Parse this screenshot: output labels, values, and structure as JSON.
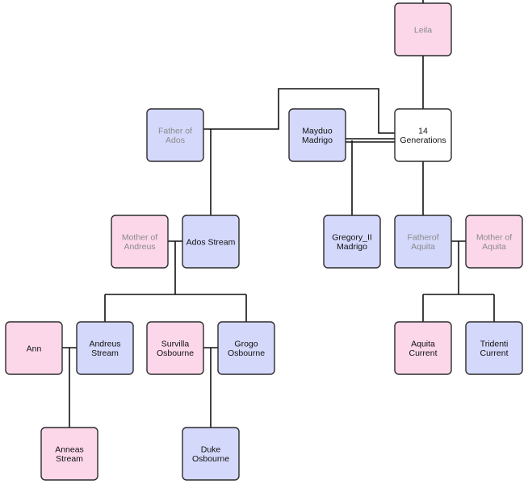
{
  "colors": {
    "male_fill": "#d4d8fb",
    "female_fill": "#fcd7ea",
    "neutral_fill": "#ffffff",
    "border": "#2b2b2b",
    "text": "#111111",
    "placeholder_text": "#8a8a8a",
    "connector": "#111111"
  },
  "people": [
    {
      "id": "leila",
      "lines": [
        "Leila"
      ],
      "gender": "female",
      "placeholder": true
    },
    {
      "id": "generations",
      "lines": [
        "14",
        "Generations"
      ],
      "gender": "neutral",
      "placeholder": false
    },
    {
      "id": "father-of-ados",
      "lines": [
        "Father of",
        "Ados"
      ],
      "gender": "male",
      "placeholder": true
    },
    {
      "id": "mayduo-madrigo",
      "lines": [
        "Mayduo",
        "Madrigo"
      ],
      "gender": "male",
      "placeholder": false
    },
    {
      "id": "mother-of-andreus",
      "lines": [
        "Mother of",
        "Andreus"
      ],
      "gender": "female",
      "placeholder": true
    },
    {
      "id": "ados-stream",
      "lines": [
        "Ados Stream"
      ],
      "gender": "male",
      "placeholder": false
    },
    {
      "id": "gregory-ii-madrigo",
      "lines": [
        "Gregory_II",
        "Madrigo"
      ],
      "gender": "male",
      "placeholder": false
    },
    {
      "id": "fatherof-aquita",
      "lines": [
        "Fatherof",
        "Aquita"
      ],
      "gender": "male",
      "placeholder": true
    },
    {
      "id": "mother-of-aquita",
      "lines": [
        "Mother of",
        "Aquita"
      ],
      "gender": "female",
      "placeholder": true
    },
    {
      "id": "ann",
      "lines": [
        "Ann"
      ],
      "gender": "female",
      "placeholder": false
    },
    {
      "id": "andreus-stream",
      "lines": [
        "Andreus",
        "Stream"
      ],
      "gender": "male",
      "placeholder": false
    },
    {
      "id": "survilla-osbourne",
      "lines": [
        "Survilla",
        "Osbourne"
      ],
      "gender": "female",
      "placeholder": false
    },
    {
      "id": "grogo-osbourne",
      "lines": [
        "Grogo",
        "Osbourne"
      ],
      "gender": "male",
      "placeholder": false
    },
    {
      "id": "aquita-current",
      "lines": [
        "Aquita",
        "Current"
      ],
      "gender": "female",
      "placeholder": false
    },
    {
      "id": "tridenti-current",
      "lines": [
        "Tridenti",
        "Current"
      ],
      "gender": "male",
      "placeholder": false
    },
    {
      "id": "anneas-stream",
      "lines": [
        "Anneas",
        "Stream"
      ],
      "gender": "female",
      "placeholder": false
    },
    {
      "id": "duke-osbourne",
      "lines": [
        "Duke",
        "Osbourne"
      ],
      "gender": "male",
      "placeholder": false
    }
  ]
}
